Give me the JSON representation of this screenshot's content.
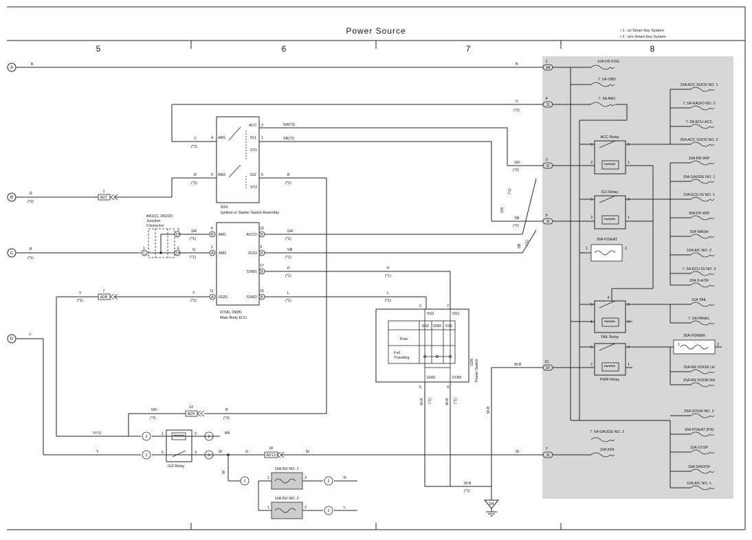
{
  "title": "Power Source",
  "notes": [
    "• 1 : w/ Smart Key System",
    "• 2 : w/o Smart Key System"
  ],
  "columns": [
    "5",
    "6",
    "7",
    "8"
  ],
  "connectors": [
    "A",
    "B",
    "C",
    "D"
  ],
  "fuses": [
    "10A FR FOG",
    "7. 5A OBD",
    "7. 5A AM1",
    "30A P/SEAT",
    "30A POWER",
    "7. 5A GAUGE NO. 2",
    "10A IGN",
    "15A ACC SOCK NO. 1",
    "7. 5A RADIO NO. 2",
    "7. 5A ECU-ACC",
    "25A ACC SOCK NO. 2",
    "15A RR WIP",
    "10A GAUGE NO. 1",
    "10A ECU IG NO. 1",
    "30A FR WIP",
    "20A WASH",
    "10A A/C NO. 2",
    "7. 5A ECU IG NO. 2",
    "20A S-HTR",
    "15A TAIL",
    "7. 5A PANEL",
    "25A RR DOOR LH",
    "25A RR DOOR RH",
    "25A DOOR NO. 2",
    "30A P/SEAT (PS)",
    "10A STOP",
    "20A S/ROOF",
    "10A A/C NO. 1",
    "15A INJ NO. 1",
    "10A INJ NO. 2"
  ],
  "relays": [
    "ACC Relay",
    "IG1 Relay",
    "TAIL Relay",
    "PWR Relay",
    "IG2 Relay"
  ],
  "components": {
    "d24_code": "D24",
    "d24_name": "Ignition or Starter Switch Assembly",
    "d24_pins": [
      "ACC",
      "IG1",
      "ST1",
      "AM1",
      "AM2",
      "IG2",
      "ST2"
    ],
    "ecu_code": "D7(A), D8(B)",
    "ecu_name": "Main Body ECU",
    "ecu_pins": [
      "AM1",
      "AM2",
      "IG2D",
      "ACCD",
      "IG1D",
      "SSW1",
      "SSW2"
    ],
    "jc_line1": "A41(C), D62(D)",
    "jc_line2": "Junction",
    "jc_line3": "Connector",
    "ps_code": "D26",
    "ps_name": "Power Switch",
    "ps_table_headers": [
      "SS2",
      "GND",
      "SS1"
    ],
    "ps_rows": [
      "Free",
      "Full",
      "Traveling"
    ],
    "ps_pins": [
      "SS2",
      "SS1",
      "GND",
      "COM"
    ],
    "ground": "D4"
  },
  "wire_labels": {
    "B": "B",
    "V": "V",
    "R": "R",
    "GR": "GR",
    "SB": "SB",
    "G": "G",
    "Y": "Y",
    "P": "P",
    "L": "L",
    "W": "W",
    "WB": "W-B",
    "BR": "BR",
    "GR2": "GR(*2)",
    "SB2": "SB(*2)",
    "Y1": "Y(*1)",
    "n1": "(*1)",
    "n2": "(*2)",
    "s1": "(*1)",
    "s2": "(*2)"
  },
  "pins": {
    "p1": "1",
    "p2": "2",
    "p3": "3",
    "p4": "4",
    "p5": "5",
    "p6": "6",
    "p7": "7",
    "p9": "9",
    "p10": "10",
    "p11": "11",
    "p12": "12",
    "p15": "15",
    "p17": "17",
    "p18": "18",
    "p22": "22"
  },
  "terminals": {
    "A": "A",
    "B": "B",
    "C": "C",
    "D": "D",
    "1A": "1A",
    "1I": "1I",
    "1F": "1F",
    "t2": "2"
  },
  "inline_connectors": [
    "AD7",
    "AD8",
    "AD9",
    "AD13"
  ]
}
